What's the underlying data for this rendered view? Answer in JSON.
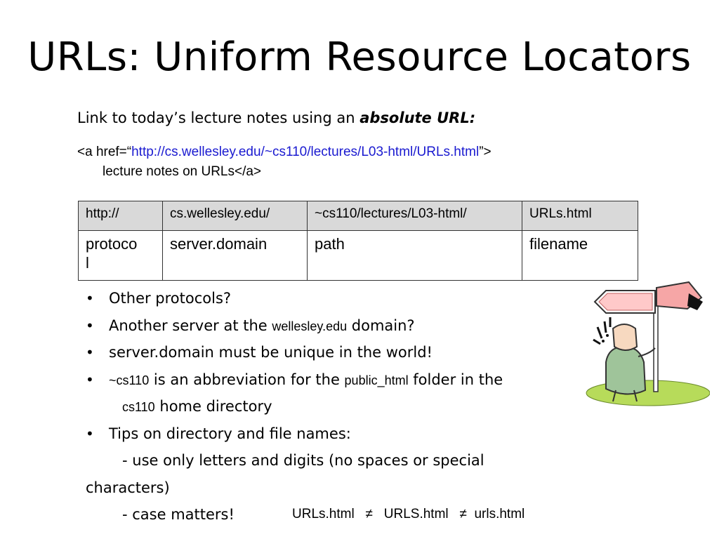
{
  "title": "URLs: Uniform Resource Locators",
  "intro": {
    "text": "Link to today’s lecture notes using an ",
    "emphasis": "absolute URL:"
  },
  "code": {
    "open": "<a href=“",
    "url": "http://cs.wellesley.edu/~cs110/lectures/L03-html/URLs.html",
    "close": "”>",
    "line2": "lecture notes on URLs</a>"
  },
  "table": {
    "headers": [
      "http://",
      "cs.wellesley.edu/",
      "~cs110/lectures/L03-html/",
      "URLs.html"
    ],
    "row": [
      "protoco\nl",
      "server.domain",
      "path",
      "filename"
    ]
  },
  "bullets": {
    "b1": "Other protocols?",
    "b2a": "Another server at the ",
    "b2b": "wellesley.edu",
    "b2c": " domain?",
    "b3": "server.domain must be unique in the world!",
    "b4a": "~cs110",
    "b4b": " is an abbreviation for the ",
    "b4c": "public_html",
    "b4d": " folder in the",
    "b4e": "cs110",
    "b4f": " home directory",
    "b5": "Tips on directory and file names:",
    "t1": "- use only letters and digits (no spaces or special",
    "t1b": "characters)",
    "t2": "- case matters!",
    "cmp": "URLs.html   ≠   URLS.html   ≠  urls.html"
  },
  "bullet_char": "•",
  "icons": {
    "clipart": "confused-person-signpost-icon"
  },
  "colors": {
    "url": "#1a1ad0",
    "table_header_bg": "#d9d9d9"
  }
}
